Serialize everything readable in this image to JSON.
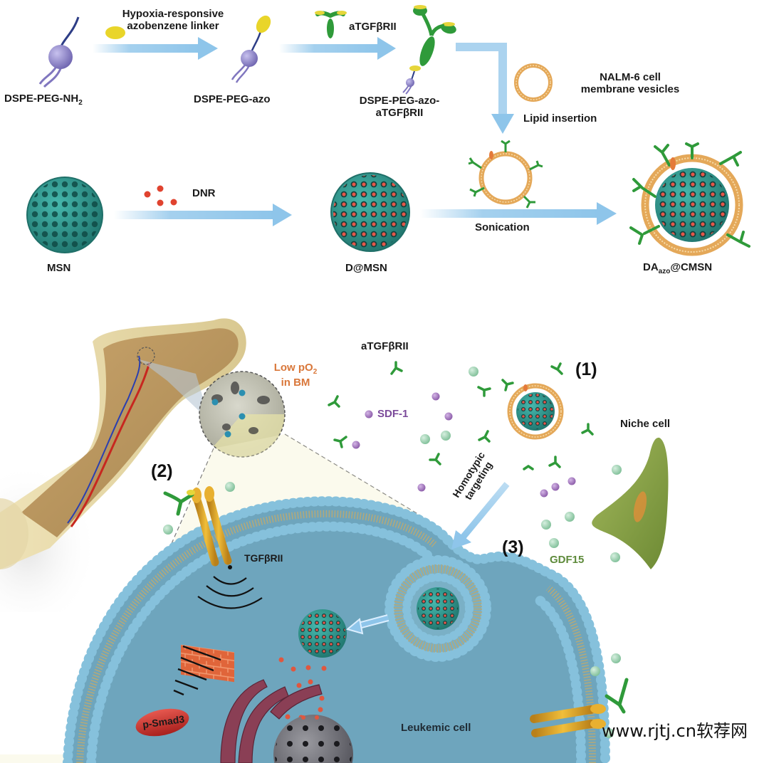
{
  "top_panel": {
    "step1": {
      "start_label": "DSPE-PEG-NH",
      "start_subscript": "2",
      "reagent_line1": "Hypoxia-responsive",
      "reagent_line2": "azobenzene linker",
      "product_label": "DSPE-PEG-azo"
    },
    "step2": {
      "reagent_label": "aTGFβRII",
      "product_line1": "DSPE-PEG-azo-",
      "product_line2": "aTGFβRII"
    },
    "vesicle": {
      "line1": "NALM-6 cell",
      "line2": "membrane vesicles",
      "process_label": "Lipid insertion"
    },
    "step3": {
      "start_label": "MSN",
      "reagent_label": "DNR",
      "product_label": "D@MSN"
    },
    "step4": {
      "process_label": "Sonication",
      "product_prefix": "DA",
      "product_subscript": "azo",
      "product_suffix": "@CMSN"
    }
  },
  "bottom_panel": {
    "hypoxia_line1": "Low pO",
    "hypoxia_subscript": "2",
    "hypoxia_line2": "in BM",
    "antibody_label": "aTGFβRII",
    "sdf_label": "SDF-1",
    "niche_label": "Niche cell",
    "gdf_label": "GDF15",
    "targeting_line1": "Homotypic",
    "targeting_line2": "targeting",
    "receptor_label": "TGFβRII",
    "smad_label": "p-Smad3",
    "cell_label": "Leukemic cell",
    "step_labels": [
      "(1)",
      "(2)",
      "(3)"
    ]
  },
  "watermark": "www.rjtj.cn软荐网",
  "colors": {
    "arrow": "#8ec5ea",
    "lipid_purple": "#8f86c9",
    "msn_teal": "#2e9e94",
    "drug_red": "#e0432f",
    "membrane_orange": "#e4a859",
    "cell_blue": "#6ea5bd",
    "head_blue": "#86c1dc",
    "hypoxia_orange": "#d9773a",
    "sdf_purple": "#7b4a9a",
    "gdf_green": "#5d8a3a",
    "antibody_green": "#2f9a3a",
    "antibody_yellow": "#e6d63a",
    "receptor_gold": "#d9a024",
    "smad_red": "#c9302c",
    "brick": "#e0653a",
    "niche_green": "#8aa24a"
  }
}
